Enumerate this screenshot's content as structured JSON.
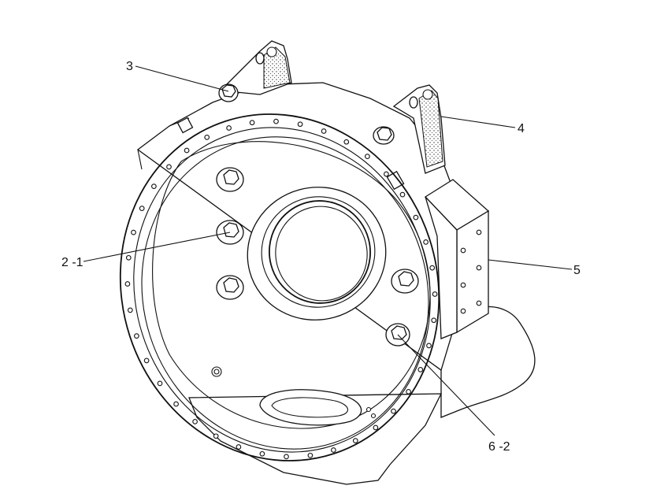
{
  "diagram": {
    "callouts": [
      {
        "id": "c3",
        "label": "3"
      },
      {
        "id": "c4",
        "label": "4"
      },
      {
        "id": "c5",
        "label": "5"
      },
      {
        "id": "c21",
        "label": "2 -1"
      },
      {
        "id": "c62",
        "label": "6 -2"
      }
    ]
  }
}
